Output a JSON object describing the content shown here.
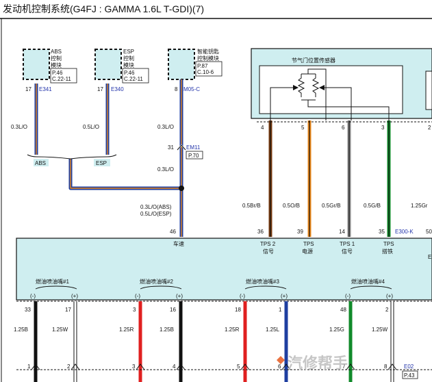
{
  "title": "发动机控制系统(G4FJ : GAMMA 1.6L T-GDI)(7)",
  "modules": [
    {
      "id": "abs",
      "name_lines": [
        "ABS",
        "控制",
        "模块"
      ],
      "ref": [
        "P.46",
        "C.22-11"
      ],
      "pin": "17",
      "connector": "E341",
      "wire": "0.3L/O",
      "label": "ABS"
    },
    {
      "id": "esp",
      "name_lines": [
        "ESP",
        "控制",
        "模块"
      ],
      "ref": [
        "P.46",
        "C.22-11"
      ],
      "pin": "17",
      "connector": "E340",
      "wire": "0.5L/O",
      "label": "ESP"
    },
    {
      "id": "smartkey",
      "name_lines": [
        "智能钥匙",
        "控制模块"
      ],
      "ref": [
        "P.87",
        "C.10-6"
      ],
      "pin": "8",
      "connector": "M05-C",
      "wire": "0.3L/O"
    }
  ],
  "junction": {
    "pin": "31",
    "connector": "EM11",
    "ref": "P.70",
    "wire_below": "0.3L/O",
    "merged_wire": [
      "0.3L/O(ABS)",
      "0.5L/O(ESP)"
    ]
  },
  "sensor": {
    "name": "节气门位置传感器",
    "pins": [
      {
        "pin": "4",
        "wire": "0.5Br/B",
        "ecm_pin": "36",
        "label": [
          "TPS 2",
          "信号"
        ],
        "color": "#7a3b10"
      },
      {
        "pin": "5",
        "wire": "0.5O/B",
        "ecm_pin": "39",
        "label": [
          "TPS",
          "电源"
        ],
        "color": "#ee8a1a"
      },
      {
        "pin": "6",
        "wire": "0.5Gr/B",
        "ecm_pin": "14",
        "label": [
          "TPS 1",
          "信号"
        ],
        "color": "#8a8a8a"
      },
      {
        "pin": "3",
        "wire": "0.5G/B",
        "ecm_pin": "35",
        "label": [
          "TPS",
          "搭铁"
        ],
        "color": "#118a2a"
      },
      {
        "pin": "2",
        "wire": "1.25Gr",
        "ecm_pin": "50",
        "label": [
          "E"
        ],
        "color": "#999999"
      }
    ],
    "ecm_connector": "E300-K"
  },
  "ecm": {
    "speed_pin": "46",
    "speed_label": "车速"
  },
  "injectors": [
    {
      "name": "燃油喷油嘴#1",
      "neg": {
        "pin": "33",
        "wire": "1.25B",
        "color": "#111111",
        "bottom": "1"
      },
      "pos": {
        "pin": "17",
        "wire": "1.25W",
        "color": "#ffffff",
        "bottom": "2"
      }
    },
    {
      "name": "燃油喷油嘴#2",
      "neg": {
        "pin": "3",
        "wire": "1.25R",
        "color": "#e02020",
        "bottom": "3"
      },
      "pos": {
        "pin": "16",
        "wire": "1.25B",
        "color": "#111111",
        "bottom": "4"
      }
    },
    {
      "name": "燃油喷油嘴#3",
      "neg": {
        "pin": "18",
        "wire": "1.25R",
        "color": "#e02020",
        "bottom": "5"
      },
      "pos": {
        "pin": "1",
        "wire": "1.25L",
        "color": "#1f3fa0",
        "bottom": "6"
      }
    },
    {
      "name": "燃油喷油嘴#4",
      "neg": {
        "pin": "48",
        "wire": "1.25G",
        "color": "#118a2a",
        "bottom": "7"
      },
      "pos": {
        "pin": "2",
        "wire": "1.25W",
        "color": "#ffffff",
        "bottom": "8"
      }
    }
  ],
  "polarity": {
    "neg": "(-)",
    "pos": "(+)"
  },
  "bottom_connector": "E02",
  "bottom_ref": "P.43",
  "watermark": "汽修帮手"
}
